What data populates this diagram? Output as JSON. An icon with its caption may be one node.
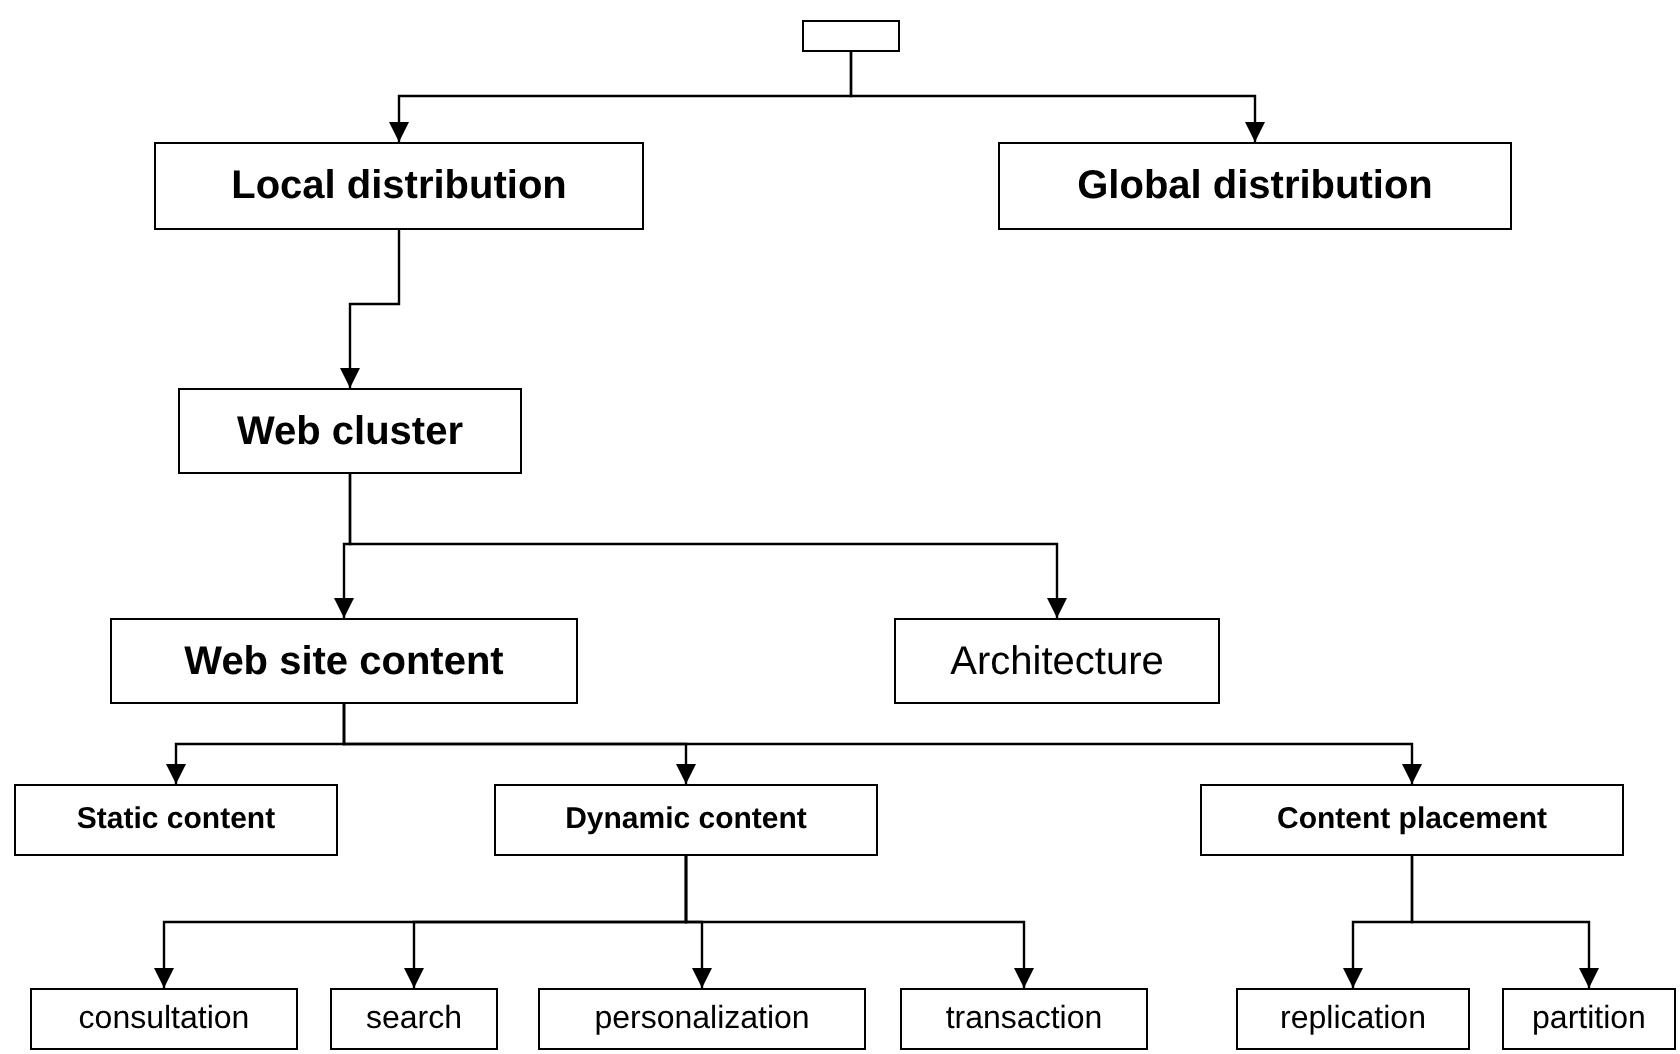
{
  "diagram": {
    "nodes": [
      {
        "text": [],
        "shape": "box"
      },
      {
        "text": [
          "Local distribution"
        ]
      },
      {
        "text": [
          "Global distribution"
        ]
      },
      {
        "text": [
          "Web cluster"
        ]
      },
      {
        "text": [
          "Web site content"
        ]
      },
      {
        "text": [
          "Architecture"
        ]
      },
      {
        "text": [
          "Static content"
        ]
      },
      {
        "text": [
          "Dynamic content"
        ]
      },
      {
        "text": [
          "Content placement"
        ]
      },
      {
        "text": [
          "consultation"
        ]
      },
      {
        "text": [
          "search"
        ]
      },
      {
        "text": [
          "personalization"
        ]
      },
      {
        "text": [
          "transaction"
        ]
      },
      {
        "text": [
          "replication"
        ]
      },
      {
        "text": [
          "partition"
        ]
      }
    ],
    "edges": [
      {
        "from": 0,
        "to": 1,
        "arrow": "to"
      },
      {
        "from": 0,
        "to": 2,
        "arrow": "to"
      },
      {
        "from": 1,
        "to": 3,
        "arrow": "to"
      },
      {
        "from": 3,
        "to": 4,
        "arrow": "to"
      },
      {
        "from": 3,
        "to": 5,
        "arrow": "to"
      },
      {
        "from": 4,
        "to": 6,
        "arrow": "to"
      },
      {
        "from": 4,
        "to": 7,
        "arrow": "to"
      },
      {
        "from": 4,
        "to": 8,
        "arrow": "to"
      },
      {
        "from": 7,
        "to": 9,
        "arrow": "to"
      },
      {
        "from": 7,
        "to": 10,
        "arrow": "to"
      },
      {
        "from": 7,
        "to": 11,
        "arrow": "to"
      },
      {
        "from": 7,
        "to": 12,
        "arrow": "to"
      },
      {
        "from": 8,
        "to": 13,
        "arrow": "to"
      },
      {
        "from": 8,
        "to": 14,
        "arrow": "to"
      }
    ]
  }
}
